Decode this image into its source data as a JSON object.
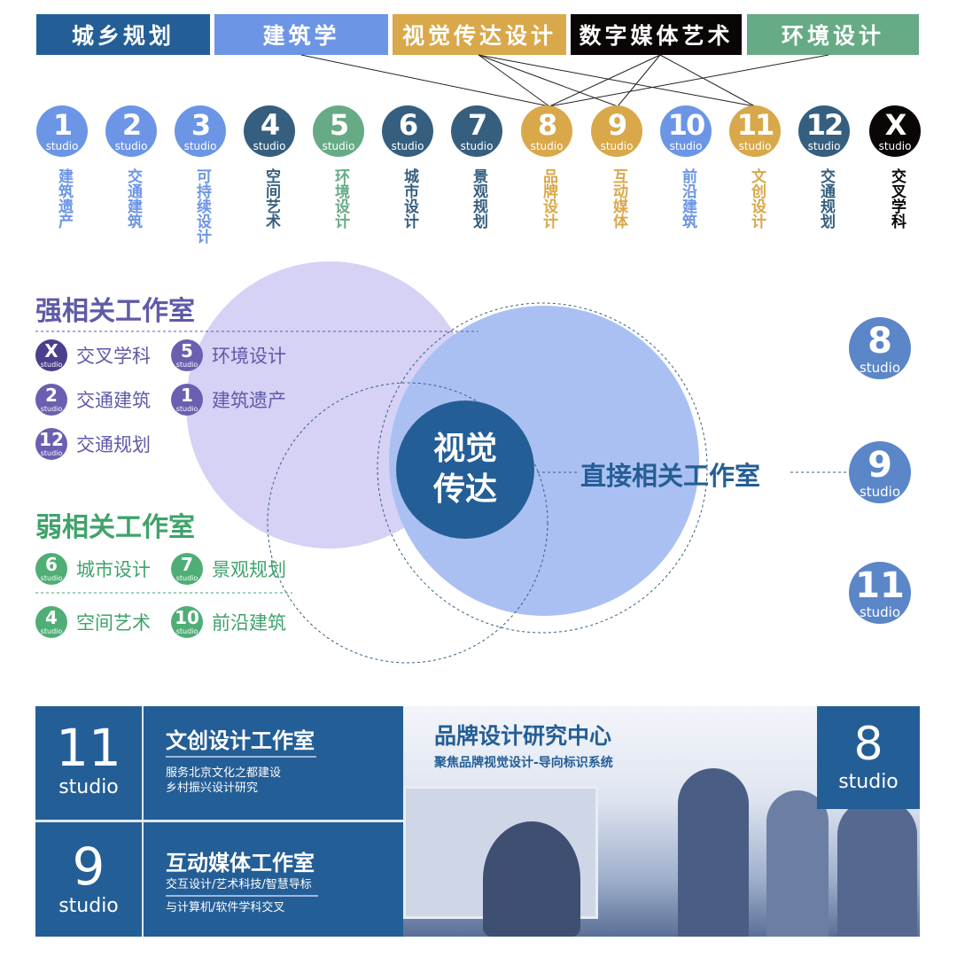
{
  "categories": [
    {
      "label": "城乡规划",
      "color": "#245e96"
    },
    {
      "label": "建筑学",
      "color": "#6c95e6"
    },
    {
      "label": "视觉传达设计",
      "color": "#d9a84a"
    },
    {
      "label": "数字媒体艺术",
      "color": "#0b0606"
    },
    {
      "label": "环境设计",
      "color": "#66ab85"
    }
  ],
  "studio_suffix": "studio",
  "studios": [
    {
      "num": "1",
      "label": "建筑遗产",
      "color": "#6c95e6"
    },
    {
      "num": "2",
      "label": "交通建筑",
      "color": "#6c95e6"
    },
    {
      "num": "3",
      "label": "可持续设计",
      "color": "#6c95e6"
    },
    {
      "num": "4",
      "label": "空间艺术",
      "color": "#365f7f"
    },
    {
      "num": "5",
      "label": "环境设计",
      "color": "#66ab85"
    },
    {
      "num": "6",
      "label": "城市设计",
      "color": "#365f7f"
    },
    {
      "num": "7",
      "label": "景观规划",
      "color": "#365f7f"
    },
    {
      "num": "8",
      "label": "品牌设计",
      "color": "#d9a84a"
    },
    {
      "num": "9",
      "label": "互动媒体",
      "color": "#d9a84a"
    },
    {
      "num": "10",
      "label": "前沿建筑",
      "color": "#6c95e6"
    },
    {
      "num": "11",
      "label": "文创设计",
      "color": "#d9a84a"
    },
    {
      "num": "12",
      "label": "交通规划",
      "color": "#365f7f"
    },
    {
      "num": "X",
      "label": "交叉学科",
      "color": "#0b0606"
    }
  ],
  "venn": {
    "strong_title": "强相关工作室",
    "strong_items": [
      {
        "num": "X",
        "label": "交叉学科"
      },
      {
        "num": "5",
        "label": "环境设计"
      },
      {
        "num": "2",
        "label": "交通建筑"
      },
      {
        "num": "1",
        "label": "建筑遗产"
      },
      {
        "num": "12",
        "label": "交通规划"
      }
    ],
    "weak_title": "弱相关工作室",
    "weak_items": [
      {
        "num": "6",
        "label": "城市设计"
      },
      {
        "num": "7",
        "label": "景观规划"
      },
      {
        "num": "4",
        "label": "空间艺术"
      },
      {
        "num": "10",
        "label": "前沿建筑"
      }
    ],
    "center_line1": "视觉",
    "center_line2": "传达",
    "direct_title": "直接相关工作室",
    "direct_items": [
      "8",
      "9",
      "11"
    ]
  },
  "bottom": {
    "s11": {
      "num": "11",
      "title": "文创设计工作室",
      "line1": "服务北京文化之都建设",
      "line2": "乡村振兴设计研究"
    },
    "s9": {
      "num": "9",
      "title": "互动媒体工作室",
      "line1": "交互设计/艺术科技/智慧导标",
      "line2": "与计算机/软件学科交叉"
    },
    "center": {
      "title": "品牌设计研究中心",
      "subtitle": "聚焦品牌视觉设计-导向标识系统"
    },
    "s8": {
      "num": "8"
    }
  }
}
